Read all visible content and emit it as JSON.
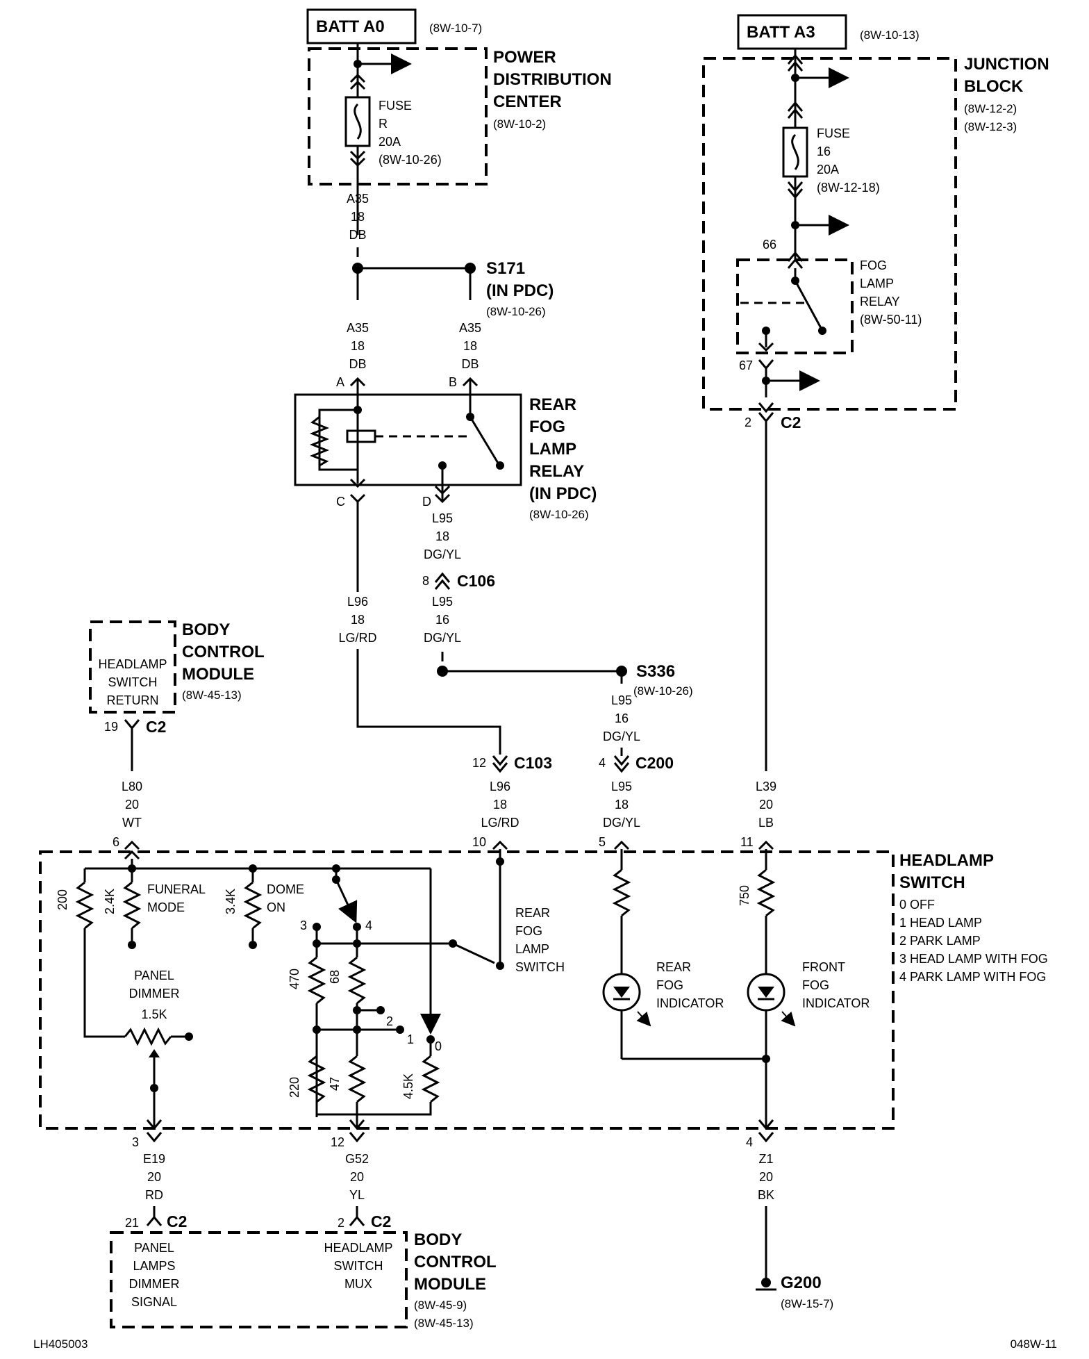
{
  "batt_a0": {
    "label": "BATT A0",
    "ref": "(8W-10-7)"
  },
  "batt_a3": {
    "label": "BATT A3",
    "ref": "(8W-10-13)"
  },
  "pdc": {
    "line1": "POWER",
    "line2": "DISTRIBUTION",
    "line3": "CENTER",
    "ref": "(8W-10-2)"
  },
  "fuse_r": {
    "l1": "FUSE",
    "l2": "R",
    "l3": "20A",
    "ref": "(8W-10-26)"
  },
  "junction_block": {
    "line1": "JUNCTION",
    "line2": "BLOCK",
    "ref1": "(8W-12-2)",
    "ref2": "(8W-12-3)"
  },
  "fuse_16": {
    "l1": "FUSE",
    "l2": "16",
    "l3": "20A",
    "ref": "(8W-12-18)"
  },
  "fog_lamp_relay": {
    "l1": "FOG",
    "l2": "LAMP",
    "l3": "RELAY",
    "ref": "(8W-50-11)",
    "pin_in": "66",
    "pin_out": "67"
  },
  "c2_jb": {
    "pin": "2",
    "label": "C2"
  },
  "s171": {
    "label": "S171",
    "sub": "(IN PDC)",
    "ref": "(8W-10-26)"
  },
  "s336": {
    "label": "S336",
    "ref": "(8W-10-26)"
  },
  "wires": {
    "a35_top": {
      "code": "A35",
      "gauge": "18",
      "color": "DB"
    },
    "a35_a": {
      "code": "A35",
      "gauge": "18",
      "color": "DB"
    },
    "a35_b": {
      "code": "A35",
      "gauge": "18",
      "color": "DB"
    },
    "l95_d": {
      "code": "L95",
      "gauge": "18",
      "color": "DG/YL"
    },
    "l95_c106": {
      "code": "L95",
      "gauge": "16",
      "color": "DG/YL"
    },
    "l95_s336": {
      "code": "L95",
      "gauge": "16",
      "color": "DG/YL"
    },
    "l95_hs": {
      "code": "L95",
      "gauge": "18",
      "color": "DG/YL"
    },
    "l96_c": {
      "code": "L96",
      "gauge": "18",
      "color": "LG/RD"
    },
    "l96_hs": {
      "code": "L96",
      "gauge": "18",
      "color": "LG/RD"
    },
    "l80": {
      "code": "L80",
      "gauge": "20",
      "color": "WT"
    },
    "l39": {
      "code": "L39",
      "gauge": "20",
      "color": "LB"
    },
    "e19": {
      "code": "E19",
      "gauge": "20",
      "color": "RD"
    },
    "g52": {
      "code": "G52",
      "gauge": "20",
      "color": "YL"
    },
    "z1": {
      "code": "Z1",
      "gauge": "20",
      "color": "BK"
    }
  },
  "rear_fog_relay": {
    "l1": "REAR",
    "l2": "FOG",
    "l3": "LAMP",
    "l4": "RELAY",
    "l5": "(IN PDC)",
    "ref": "(8W-10-26)",
    "pin_a": "A",
    "pin_b": "B",
    "pin_c": "C",
    "pin_d": "D"
  },
  "c106": {
    "pin": "8",
    "label": "C106"
  },
  "c103": {
    "pin": "12",
    "label": "C103"
  },
  "c200": {
    "pin": "4",
    "label": "C200"
  },
  "bcm_top": {
    "l1": "BODY",
    "l2": "CONTROL",
    "l3": "MODULE",
    "ref": "(8W-45-13)",
    "c1": "HEADLAMP",
    "c2": "SWITCH",
    "c3": "RETURN",
    "pin": "19",
    "conn": "C2"
  },
  "headlamp_switch": {
    "l1": "HEADLAMP",
    "l2": "SWITCH",
    "pos0": "0 OFF",
    "pos1": "1 HEAD LAMP",
    "pos2": "2 PARK LAMP",
    "pos3": "3 HEAD LAMP WITH FOG",
    "pos4": "4 PARK LAMP WITH FOG",
    "pin6": "6",
    "pin10": "10",
    "pin5": "5",
    "pin11": "11",
    "pin3": "3",
    "pin12": "12",
    "pin4": "4",
    "r200": "200",
    "r2_4k": "2.4K",
    "r3_4k": "3.4K",
    "r470": "470",
    "r68": "68",
    "r220": "220",
    "r47": "47",
    "r4_5k": "4.5K",
    "r750": "750",
    "r1_5k": "1.5K",
    "funeral1": "FUNERAL",
    "funeral2": "MODE",
    "dome1": "DOME",
    "dome2": "ON",
    "panel1": "PANEL",
    "panel2": "DIMMER",
    "rfs1": "REAR",
    "rfs2": "FOG",
    "rfs3": "LAMP",
    "rfs4": "SWITCH",
    "rfi1": "REAR",
    "rfi2": "FOG",
    "rfi3": "INDICATOR",
    "ffi1": "FRONT",
    "ffi2": "FOG",
    "ffi3": "INDICATOR",
    "sw3": "3",
    "sw4": "4",
    "sw2": "2",
    "sw1": "1",
    "sw0": "0"
  },
  "bcm_bottom": {
    "l1": "BODY",
    "l2": "CONTROL",
    "l3": "MODULE",
    "ref1": "(8W-45-9)",
    "ref2": "(8W-45-13)",
    "p1": "PANEL",
    "p2": "LAMPS",
    "p3": "DIMMER",
    "p4": "SIGNAL",
    "h1": "HEADLAMP",
    "h2": "SWITCH",
    "h3": "MUX",
    "pin21": "21",
    "pin2": "2",
    "conn": "C2"
  },
  "g200": {
    "label": "G200",
    "ref": "(8W-15-7)"
  },
  "footer": {
    "left": "LH405003",
    "right": "048W-11"
  }
}
